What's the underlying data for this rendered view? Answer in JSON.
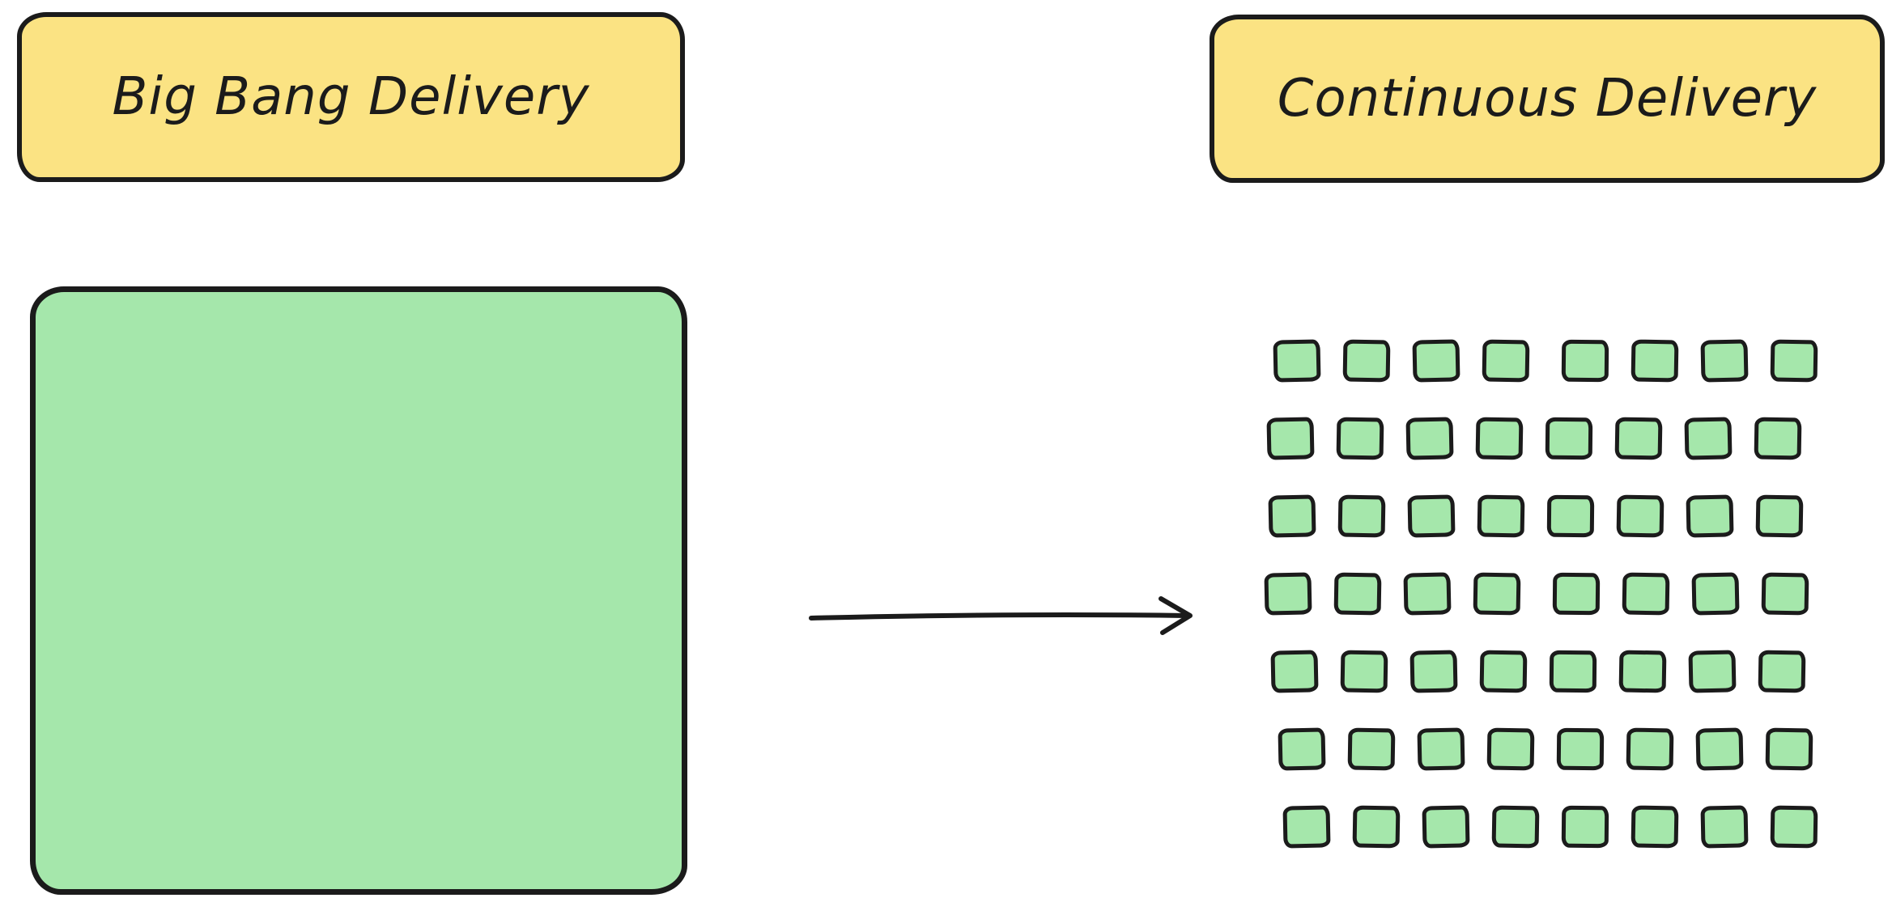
{
  "diagram": {
    "left": {
      "title": "Big Bang Delivery"
    },
    "right": {
      "title": "Continuous Delivery"
    },
    "grid": {
      "rows": 7,
      "cols": 8
    },
    "colors": {
      "label_fill": "#fbe383",
      "square_fill": "#a5e7ab",
      "stroke": "#1b1b1b",
      "background": "#ffffff"
    }
  }
}
